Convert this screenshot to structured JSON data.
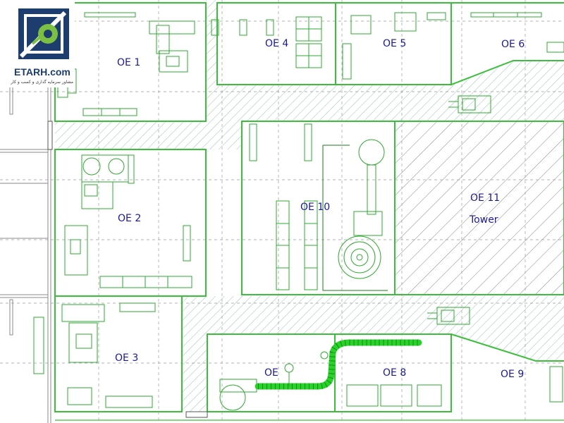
{
  "logo": {
    "brand": "ETARH.com",
    "tagline": "مشاور سرمایه گذاری و کسب و کار"
  },
  "rooms": [
    {
      "id": "oe1",
      "label": "OE 1"
    },
    {
      "id": "oe2",
      "label": "OE 2"
    },
    {
      "id": "oe3",
      "label": "OE 3"
    },
    {
      "id": "oe4",
      "label": "OE 4"
    },
    {
      "id": "oe5",
      "label": "OE 5"
    },
    {
      "id": "oe6",
      "label": "OE 6"
    },
    {
      "id": "oe7",
      "label": "OE"
    },
    {
      "id": "oe8",
      "label": "OE 8"
    },
    {
      "id": "oe9",
      "label": "OE 9"
    },
    {
      "id": "oe10",
      "label": "OE 10"
    },
    {
      "id": "oe11",
      "label": "OE 11"
    },
    {
      "id": "tower",
      "label": "Tower"
    }
  ],
  "colors": {
    "walls": "#3bbf3b",
    "labels": "#1a1a99",
    "hatch": "#8fb6b6",
    "logo_green": "#7bc043",
    "logo_dark": "#1c3d6e"
  }
}
